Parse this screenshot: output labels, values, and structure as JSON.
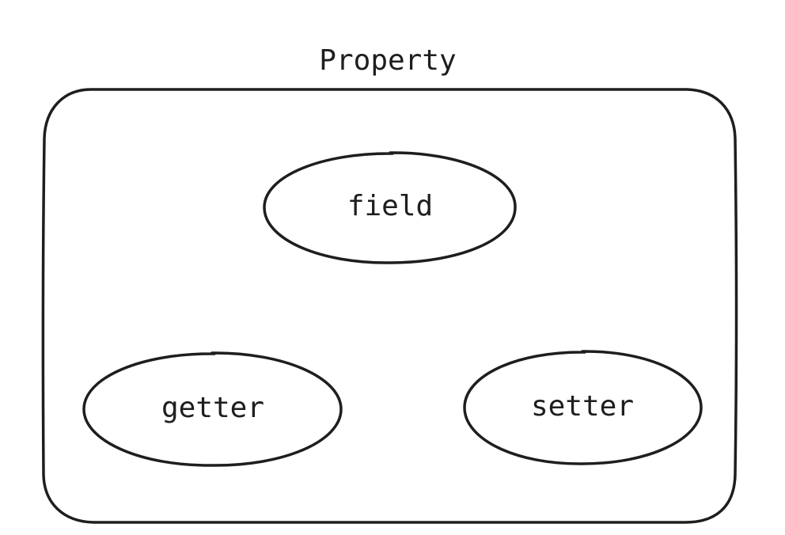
{
  "diagram": {
    "container": {
      "title": "Property"
    },
    "nodes": {
      "field": "field",
      "getter": "getter",
      "setter": "setter"
    },
    "colors": {
      "stroke": "#1e1e1e",
      "background": "#ffffff"
    }
  }
}
